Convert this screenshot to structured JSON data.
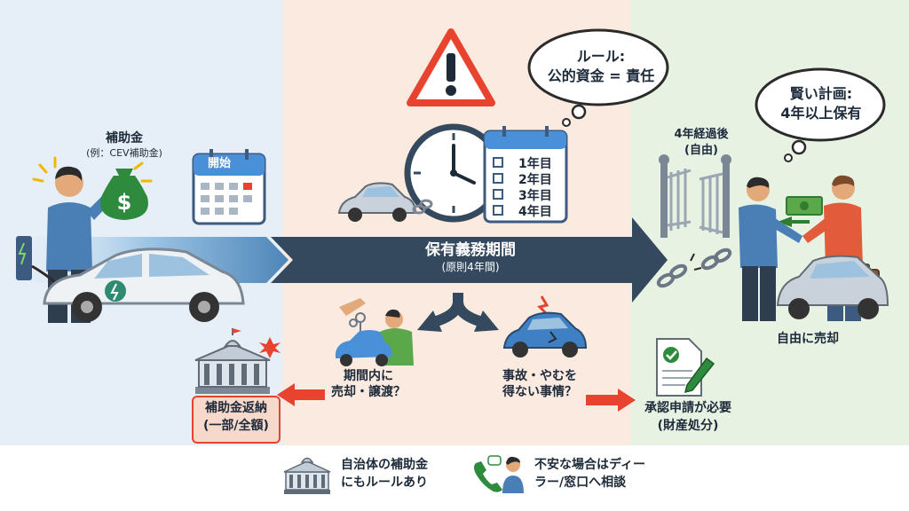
{
  "subsidy": {
    "title": "補助金",
    "example": "(例：CEV補助金)"
  },
  "calendar_start": "開始",
  "period_calendar": [
    "1年目",
    "2年目",
    "3年目",
    "4年目"
  ],
  "rule_bubble": {
    "line1": "ルール:",
    "line2": "公的資金 = 責任"
  },
  "plan_bubble": {
    "line1": "賢い計画:",
    "line2": "4年以上保有"
  },
  "after_period": {
    "line1": "4年経過後",
    "line2": "(自由)"
  },
  "main_arrow": {
    "title": "保有義務期間",
    "subtitle": "(原則4年間)"
  },
  "sell_freely": "自由に売却",
  "sell_within": {
    "line1": "期間内に",
    "line2": "売却・譲渡？"
  },
  "accident": {
    "line1": "事故・やむを",
    "line2": "得ない事情？"
  },
  "repay": {
    "line1": "補助金返納",
    "line2": "(一部/全額)"
  },
  "approval": {
    "line1": "承認申請が必要",
    "line2": "(財産処分)"
  },
  "footer_gov": {
    "line1": "自治体の補助金",
    "line2": "にもルールあり"
  },
  "footer_consult": {
    "line1": "不安な場合はディー",
    "line2": "ラー/窓口へ相談"
  },
  "colors": {
    "left_bg": "#e6eff7",
    "mid_bg": "#faeadf",
    "right_bg": "#e7f2e3",
    "arrow": "#34495e",
    "red_arrow": "#e8432f",
    "green": "#2e7d32"
  }
}
